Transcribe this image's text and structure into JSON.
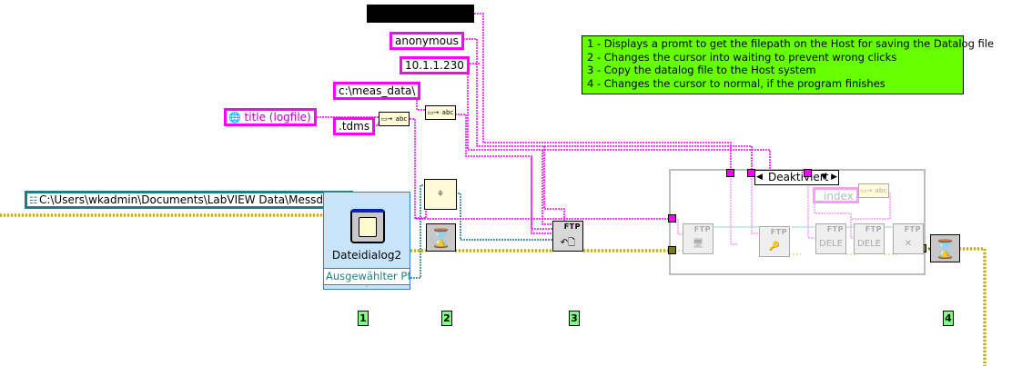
{
  "diagram": {
    "type": "LabVIEW block diagram",
    "constants": {
      "redacted_string": "",
      "username": "anonymous",
      "ip_address": "10.1.1.230",
      "remote_dir": "c:\\meas_data\\",
      "extension": ".tdms",
      "shared_var": "title (logfile)",
      "default_path": "C:\\Users\\wkadmin\\Documents\\LabVIEW Data\\Messdaten",
      "index_suffix": "_index"
    },
    "comment_lines": [
      "1 - Displays a promt to get the filepath on the Host for saving the Datalog file",
      "2 - Changes the cursor into waiting to prevent wrong clicks",
      "3 - Copy the datalog file to the Host system",
      "4 - Changes the cursor to normal, if the program finishes"
    ],
    "file_dialog": {
      "label": "Dateidialog2",
      "output_label": "Ausgewählter Pf"
    },
    "ring": {
      "value": "Deaktiviert"
    },
    "ftp_nodes": [
      {
        "label": "FTP",
        "sub": ""
      },
      {
        "label": "FTP",
        "sub": ""
      },
      {
        "label": "FTP",
        "sub": "DELE"
      },
      {
        "label": "FTP",
        "sub": "DELE"
      },
      {
        "label": "FTP",
        "sub": ""
      }
    ],
    "ftp_copy_node": {
      "label": "FTP"
    },
    "step_labels": [
      "1",
      "2",
      "3",
      "4"
    ],
    "colors": {
      "string_wire": "#ff00ff",
      "path_wire": "#1f7f7f",
      "error_wire": "#d4c400",
      "comment_bg": "#66ff00",
      "step_bg": "#80ff80"
    }
  }
}
